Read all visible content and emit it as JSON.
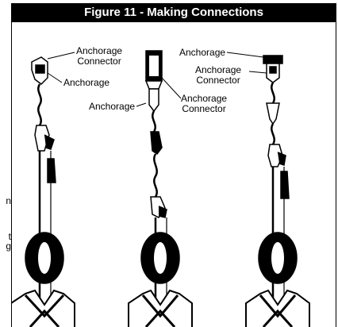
{
  "figure": {
    "title": "Figure 11 - Making Connections"
  },
  "margin_text": {
    "line1": "n",
    "line2": "t",
    "line3": "g"
  },
  "assemblies": [
    {
      "labels": {
        "anchorage_connector": "Anchorage\nConnector",
        "anchorage": "Anchorage"
      }
    },
    {
      "labels": {
        "anchorage": "Anchorage",
        "anchorage_connector": "Anchorage\nConnector"
      }
    },
    {
      "labels": {
        "anchorage": "Anchorage",
        "anchorage_connector": "Anchorage\nConnector"
      }
    }
  ],
  "colors": {
    "ink": "#000000",
    "paper": "#ffffff"
  }
}
